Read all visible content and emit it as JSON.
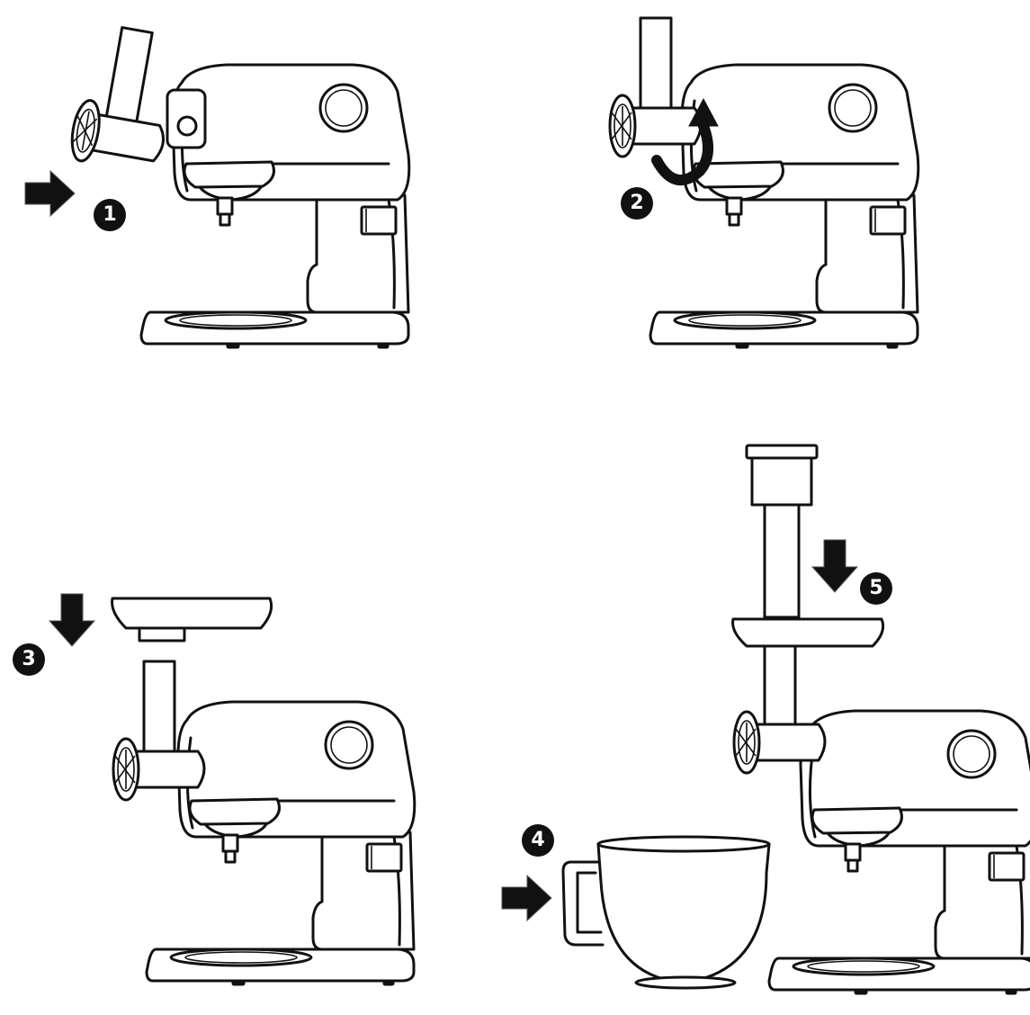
{
  "steps": [
    {
      "number": "1",
      "action": "attach-grinder"
    },
    {
      "number": "2",
      "action": "rotate-to-lock"
    },
    {
      "number": "3",
      "action": "place-tray"
    },
    {
      "number": "4",
      "action": "place-bowl"
    },
    {
      "number": "5",
      "action": "insert-pusher"
    }
  ],
  "colors": {
    "line": "#111111",
    "background": "#ffffff",
    "badge_text": "#ffffff"
  },
  "icons": {
    "direction_arrow": "arrow-icon",
    "rotation_arrow": "rotate-arrow-icon"
  }
}
